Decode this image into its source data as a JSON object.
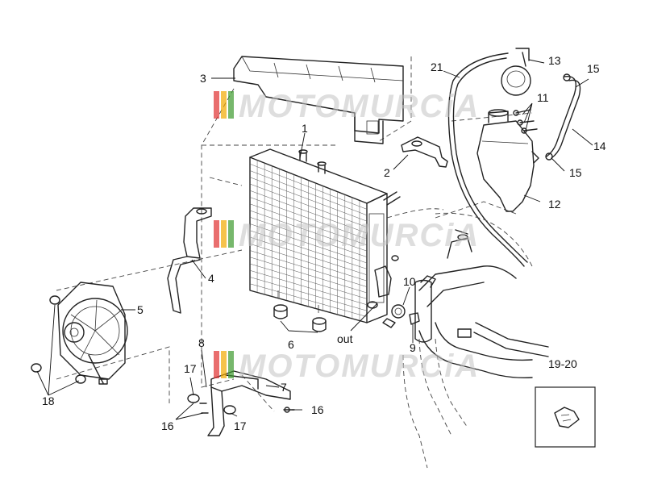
{
  "watermark": "MOTOMURCiA",
  "callouts": {
    "c1": "1",
    "c2": "2",
    "c3": "3",
    "c4": "4",
    "c5": "5",
    "c6": "6",
    "c7": "7",
    "c8": "8",
    "c9": "9",
    "c10": "10",
    "c11": "11",
    "c12": "12",
    "c13": "13",
    "c14": "14",
    "c15a": "15",
    "c15b": "15",
    "c16a": "16",
    "c16b": "16",
    "c17a": "17",
    "c17b": "17",
    "c18": "18",
    "c21": "21",
    "out": "out",
    "inset": "19-20"
  },
  "watermark_colors": [
    "#e03131",
    "#f2a900",
    "#3d9a2e"
  ]
}
